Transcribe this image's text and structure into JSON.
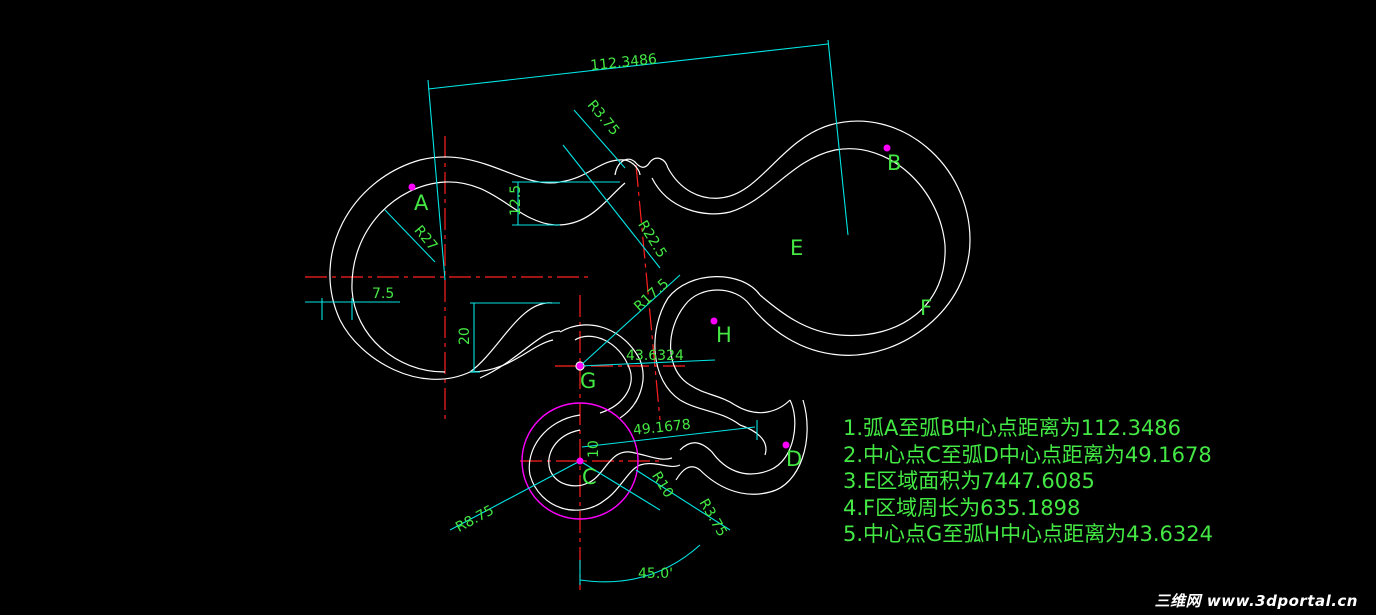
{
  "colors": {
    "background": "#000000",
    "geometry": "#ffffff",
    "dimension": "#00e5e5",
    "centerline": "#ff2020",
    "text": "#44e844",
    "point": "#ff00ff"
  },
  "dimensions": {
    "d_112": "112.3486",
    "d_r375_top": "R3.75",
    "d_125": "12.5",
    "d_r225": "R22.5",
    "d_r27": "R27",
    "d_75": "7.5",
    "d_r175": "R17.5",
    "d_20": "20",
    "d_436": "43.6324",
    "d_491": "49.1678",
    "d_10": "10",
    "d_r10": "R10",
    "d_r875": "R8.75",
    "d_r375_bottom": "R3.75",
    "d_angle": "45.0'"
  },
  "labels": {
    "A": "A",
    "B": "B",
    "C": "C",
    "D": "D",
    "E": "E",
    "F": "F",
    "G": "G",
    "H": "H"
  },
  "notes": [
    "1.弧A至弧B中心点距离为112.3486",
    "2.中心点C至弧D中心点距离为49.1678",
    "3.E区域面积为7447.6085",
    "4.F区域周长为635.1898",
    "5.中心点G至弧H中心点距离为43.6324"
  ],
  "watermark": "三维网 www.3dportal.cn"
}
